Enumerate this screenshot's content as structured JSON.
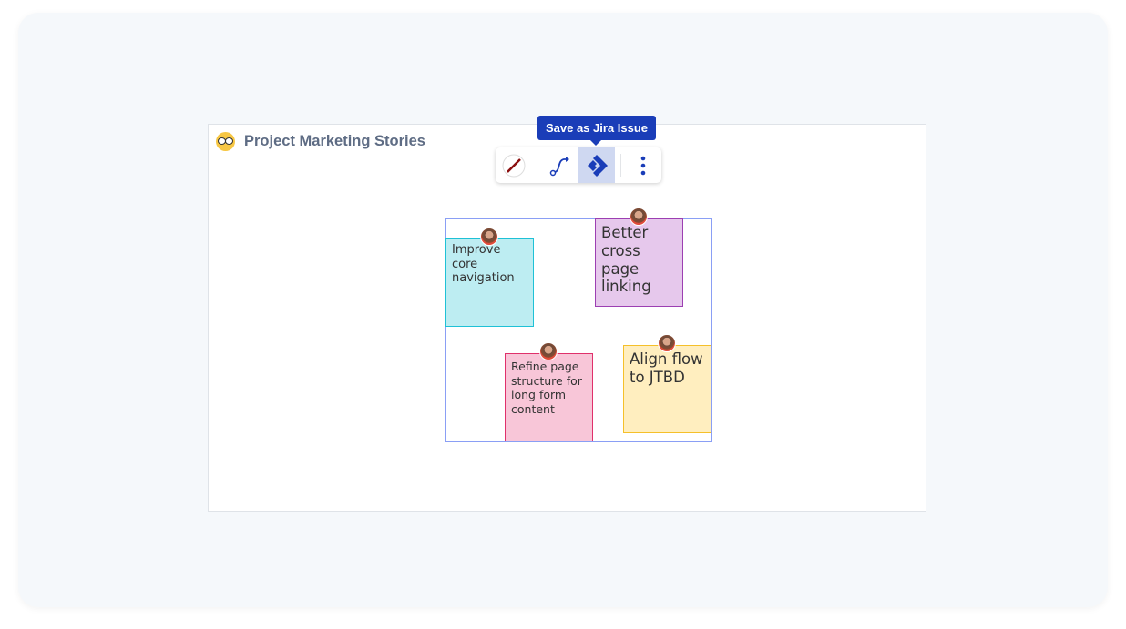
{
  "board": {
    "title": "Project Marketing Stories",
    "emoji": "nerd-face"
  },
  "toolbar": {
    "tooltip": "Save as Jira Issue",
    "buttons": [
      "color-none",
      "connector",
      "jira",
      "more"
    ]
  },
  "colors": {
    "tooltip": "#1a3db8",
    "selection": "#8a9ff5"
  },
  "notes": [
    {
      "text": "Improve core navigation",
      "color": "#bdedf2"
    },
    {
      "text": "Better cross page linking",
      "color": "#e6c8ec"
    },
    {
      "text": "Refine page structure for long form content",
      "color": "#f8c6d8"
    },
    {
      "text": "Align flow to JTBD",
      "color": "#ffeebf"
    }
  ]
}
